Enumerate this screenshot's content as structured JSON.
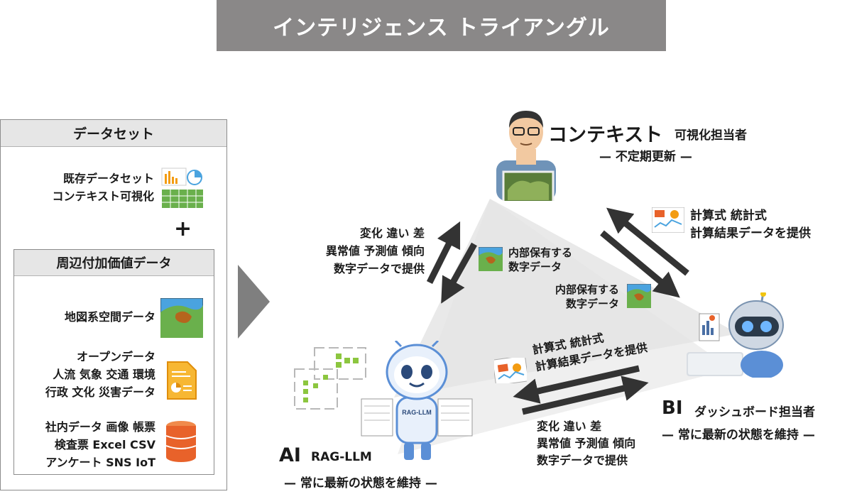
{
  "title": "インテリジェンス トライアングル",
  "dataset": {
    "header": "データセット",
    "existing_line1": "既存データセット",
    "existing_line2": "コンテキスト可視化",
    "plus": "+",
    "peripheral_header": "周辺付加価値データ",
    "geo": "地図系空間データ",
    "open_line1": "オープンデータ",
    "open_line2": "人流 気象 交通 環境",
    "open_line3": "行政 文化 災害データ",
    "internal_line1": "社内データ 画像 帳票",
    "internal_line2": "検査票 Excel CSV",
    "internal_line3": "アンケート SNS IoT"
  },
  "context": {
    "title": "コンテキスト",
    "role": "可視化担当者",
    "subtitle": "— 不定期更新 —"
  },
  "ai": {
    "title": "AI",
    "name": "RAG-LLM",
    "subtitle": "— 常に最新の状態を維持 —",
    "robot_label": "RAG-LLM"
  },
  "bi": {
    "title": "BI",
    "role": "ダッシュボード担当者",
    "subtitle": "— 常に最新の状態を維持 —"
  },
  "labels": {
    "left_change_line1": "変化 違い 差",
    "left_change_line2": "異常値 予測値 傾向",
    "left_change_line3": "数字データで提供",
    "internal_a_line1": "内部保有する",
    "internal_a_line2": "数字データ",
    "internal_b_line1": "内部保有する",
    "internal_b_line2": "数字データ",
    "right_calc_line1": "計算式 統計式",
    "right_calc_line2": "計算結果データを提供",
    "bottom_calc_line1": "計算式 統計式",
    "bottom_calc_line2": "計算結果データを提供",
    "bottom_change_line1": "変化 違い 差",
    "bottom_change_line2": "異常値 予測値 傾向",
    "bottom_change_line3": "数字データで提供"
  },
  "colors": {
    "banner": "#8a8888",
    "arrow": "#333333",
    "triangle": "#e9e9e9",
    "map_green": "#6ab04c",
    "map_blue": "#4aa3df",
    "map_brown": "#b5651d",
    "chart_orange": "#f39c12",
    "db_orange": "#e8622a",
    "robot_blue": "#5b8fd6"
  },
  "icons": [
    "bar-chart-icon",
    "pie-chart-icon",
    "table-icon",
    "map-icon",
    "document-icon",
    "database-icon",
    "robot-icon",
    "person-icon",
    "dashboard-icon",
    "flowchart-icon"
  ]
}
